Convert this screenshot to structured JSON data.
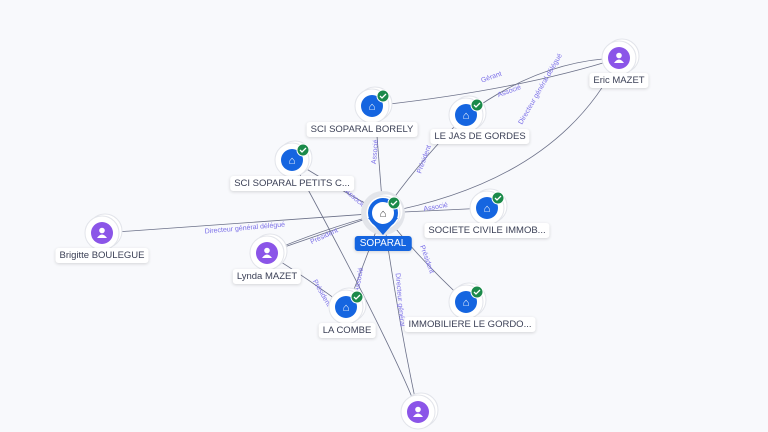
{
  "center": {
    "name": "SOPARAL",
    "type": "company",
    "verified": true
  },
  "nodes": [
    {
      "name": "SCI SOPARAL BORELY",
      "type": "company",
      "verified": true
    },
    {
      "name": "LE JAS DE GORDES",
      "type": "company",
      "verified": true
    },
    {
      "name": "SCI SOPARAL PETITS C...",
      "type": "company",
      "verified": true
    },
    {
      "name": "SOCIETE CIVILE IMMOB...",
      "type": "company",
      "verified": true
    },
    {
      "name": "IMMOBILIERE LE GORDO...",
      "type": "company",
      "verified": true
    },
    {
      "name": "LA COMBE",
      "type": "company",
      "verified": true
    },
    {
      "name": "Eric MAZET",
      "type": "person"
    },
    {
      "name": "Brigitte BOULEGUE",
      "type": "person"
    },
    {
      "name": "Lynda MAZET",
      "type": "person"
    },
    {
      "name": "",
      "type": "person"
    }
  ],
  "edge_labels": [
    "Associé",
    "Président",
    "Directeur général délégué",
    "Associé",
    "Président",
    "Président",
    "Directeur général",
    "Associé",
    "Gérant",
    "Associé",
    "Directeur général délégué",
    "Président",
    "Associé"
  ],
  "colors": {
    "company": "#1565e0",
    "person": "#8b55e8",
    "verified": "#1b8a4a",
    "edge": "#6b6f86",
    "edge_label": "#7a6ee8"
  }
}
